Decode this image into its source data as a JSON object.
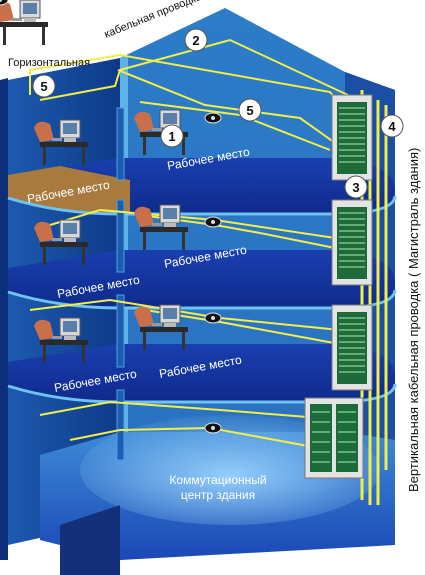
{
  "labels": {
    "horizontal_line1": "Горизонтальная",
    "horizontal_line2": "кабельная проводка",
    "vertical_label": "Вертикальная кабельная проводка ( Магистраль здания)",
    "workplace": "Рабочее место",
    "center_line1": "Коммутационный",
    "center_line2": "центр здания"
  },
  "callouts": [
    "1",
    "2",
    "3",
    "4",
    "5",
    "5"
  ],
  "icons": {
    "rack": "server-rack-icon",
    "workstation": "computer-desk-icon",
    "outlet": "network-outlet-icon"
  },
  "colors": {
    "wall_light": "#3f93d4",
    "wall_dark": "#0f3e8e",
    "floor": "#1638a8",
    "floor_edge": "#6fc3f0",
    "brown_floor": "#a87a3e",
    "cable": "#f2ee48",
    "cable_dark": "#b9a92f",
    "callout_bg": "#ffffff"
  }
}
